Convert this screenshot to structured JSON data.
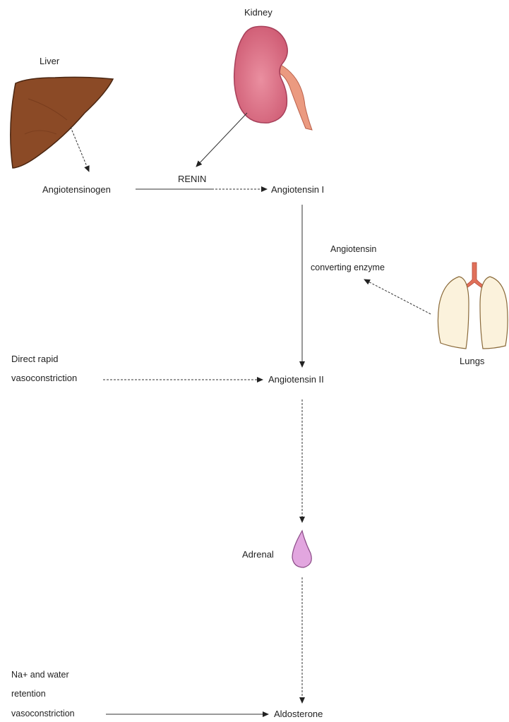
{
  "labels": {
    "kidney": "Kidney",
    "liver": "Liver",
    "renin": "RENIN",
    "angiotensinogen": "Angiotensinogen",
    "angiotensin_1": "Angiotensin I",
    "ace_line1": "Angiotensin",
    "ace_line2": "converting enzyme",
    "lungs": "Lungs",
    "vaso_line1": "Direct rapid",
    "vaso_line2": "vasoconstriction",
    "angiotensin_2": "Angiotensin II",
    "adrenal": "Adrenal",
    "na_line1": "Na+ and water",
    "na_line2": "retention",
    "na_line3": "vasoconstriction",
    "aldosterone": "Aldosterone"
  },
  "organ_colors": {
    "liver": "#8b4a26",
    "kidney": "#e07a8a",
    "ureter": "#eb9a80",
    "lungs": "#fbf2dc",
    "trachea": "#e0705a",
    "adrenal": "#e2a6df"
  },
  "organ_icons": [
    "liver-icon",
    "kidney-icon",
    "lungs-icon",
    "adrenal-icon"
  ]
}
